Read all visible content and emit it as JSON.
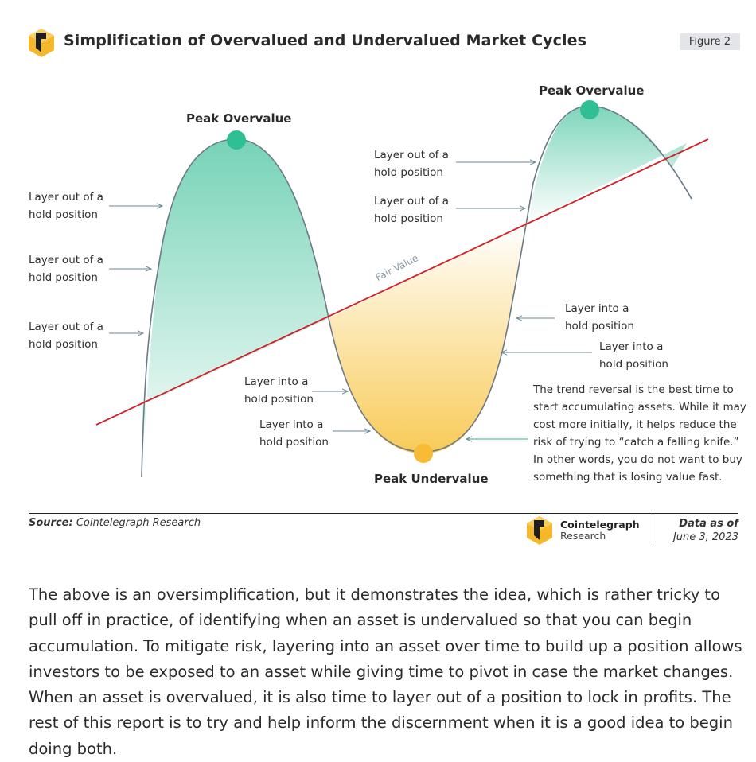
{
  "header": {
    "title": "Simplification of Overvalued and Undervalued Market Cycles",
    "figure_badge": "Figure 2"
  },
  "diagram": {
    "peak_labels": {
      "left_peak": "Peak Overvalue",
      "right_peak": "Peak Overvalue",
      "trough": "Peak Undervalue"
    },
    "fair_value_label": "Fair Value",
    "annotations": [
      {
        "text_line1": "Layer out of a",
        "text_line2": "hold position"
      },
      {
        "text_line1": "Layer out of a",
        "text_line2": "hold position"
      },
      {
        "text_line1": "Layer out of a",
        "text_line2": "hold position"
      },
      {
        "text_line1": "Layer out of a",
        "text_line2": "hold position"
      },
      {
        "text_line1": "Layer out of a",
        "text_line2": "hold position"
      },
      {
        "text_line1": "Layer into a",
        "text_line2": "hold position"
      },
      {
        "text_line1": "Layer into a",
        "text_line2": "hold position"
      },
      {
        "text_line1": "Layer into a",
        "text_line2": "hold position"
      },
      {
        "text_line1": "Layer into a",
        "text_line2": "hold position"
      }
    ],
    "note": "The trend reversal is the best time to start accumulating assets. While it may cost more initially, it helps reduce the risk of trying to “catch a falling knife.” In other words, you do not want to buy something that is losing value fast.",
    "colors": {
      "overvalue_fill": "#6fd0b3",
      "undervalue_fill": "#f8c84f",
      "peak_dot_green": "#2fbf95",
      "peak_dot_yellow": "#f7bb35",
      "fair_value_line": "#d21f26",
      "curve": "#6c7a86",
      "arrow": "#6c8a96"
    }
  },
  "footer": {
    "source_label": "Source:",
    "source_text": " Cointelegraph Research",
    "brand_name": "Cointelegraph",
    "brand_sub": "Research",
    "data_as_of_label": "Data as of",
    "data_as_of_date": "June 3, 2023"
  },
  "body_paragraph": "The above is an oversimplification, but it demonstrates the idea, which is rather tricky to pull off in practice, of identifying when an asset is undervalued so that you can begin accumulation. To mitigate risk, layering into an asset over time to build up a position allows investors to be exposed to an asset while giving time to pivot in case the market changes. When an asset is overvalued, it is also time to layer out of a position to lock in profits. The rest of this report is to try and help inform the discernment when it is a good idea to begin doing both."
}
